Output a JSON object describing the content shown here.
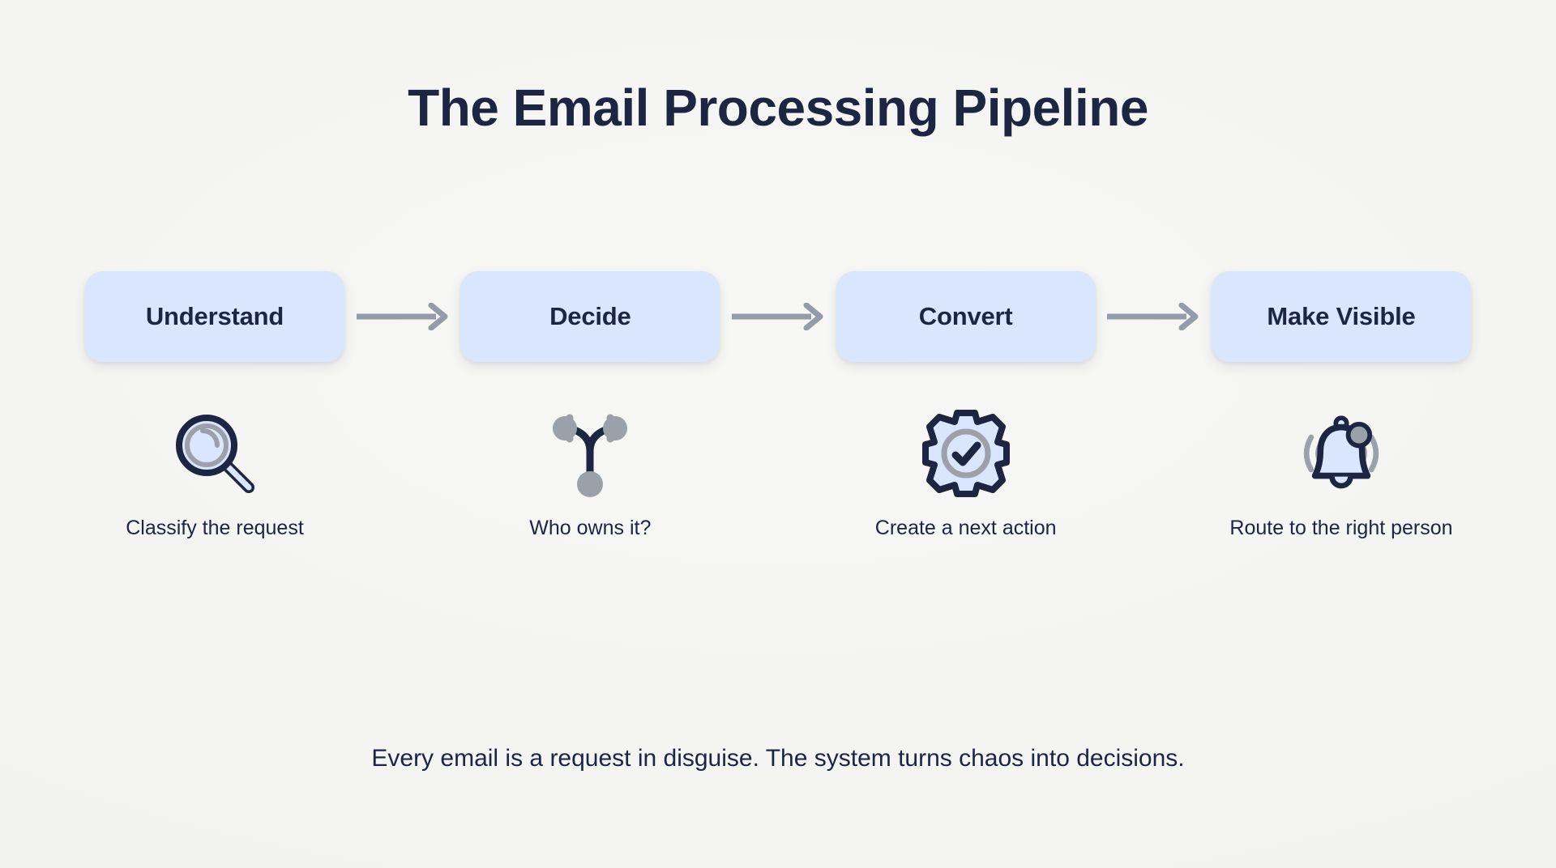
{
  "page": {
    "title": "The Email Processing Pipeline",
    "footnote": "Every email is a request in disguise. The system turns chaos into decisions.",
    "background_color": "#f4f4f2",
    "text_color": "#1c2541",
    "box_color": "#d9e6fd",
    "arrow_color": "#959ca9",
    "icon_outline_color": "#1c2541",
    "icon_fill_color": "#d9e6fd",
    "icon_accent_color": "#9ba1a9"
  },
  "stages": [
    {
      "label": "Understand",
      "caption": "Classify the request",
      "icon": "magnifying-glass-icon"
    },
    {
      "label": "Decide",
      "caption": "Who owns it?",
      "icon": "branch-fork-icon"
    },
    {
      "label": "Convert",
      "caption": "Create a next action",
      "icon": "gear-check-icon"
    },
    {
      "label": "Make Visible",
      "caption": "Route to the right person",
      "icon": "bell-notification-icon"
    }
  ],
  "connectors": [
    {
      "name": "arrow-understand-to-decide"
    },
    {
      "name": "arrow-decide-to-convert"
    },
    {
      "name": "arrow-convert-to-make-visible"
    }
  ]
}
